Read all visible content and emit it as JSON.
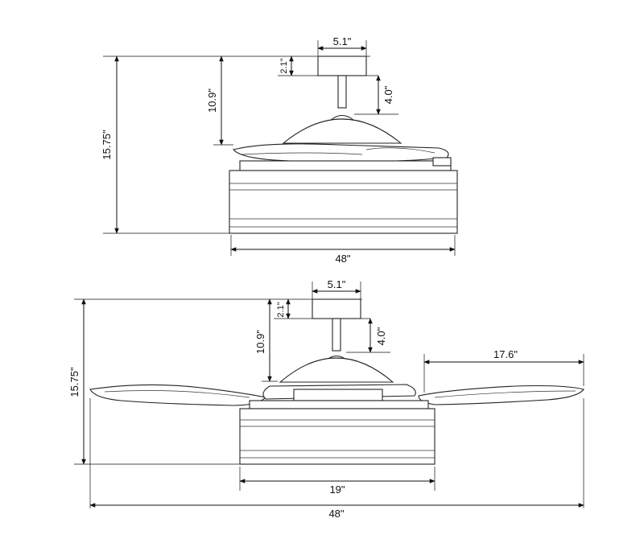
{
  "retracted_view": {
    "canopy_width": "5.1\"",
    "canopy_height": "2.1\"",
    "downrod_length": "4.0\"",
    "ceiling_to_blades": "10.9\"",
    "overall_height": "15.75\"",
    "diameter": "48\""
  },
  "extended_view": {
    "canopy_width": "5.1\"",
    "canopy_height": "2.1\"",
    "downrod_length": "4.0\"",
    "ceiling_to_blades": "10.9\"",
    "overall_height": "15.75\"",
    "blade_length": "17.6\"",
    "body_width": "19\"",
    "span": "48\""
  }
}
